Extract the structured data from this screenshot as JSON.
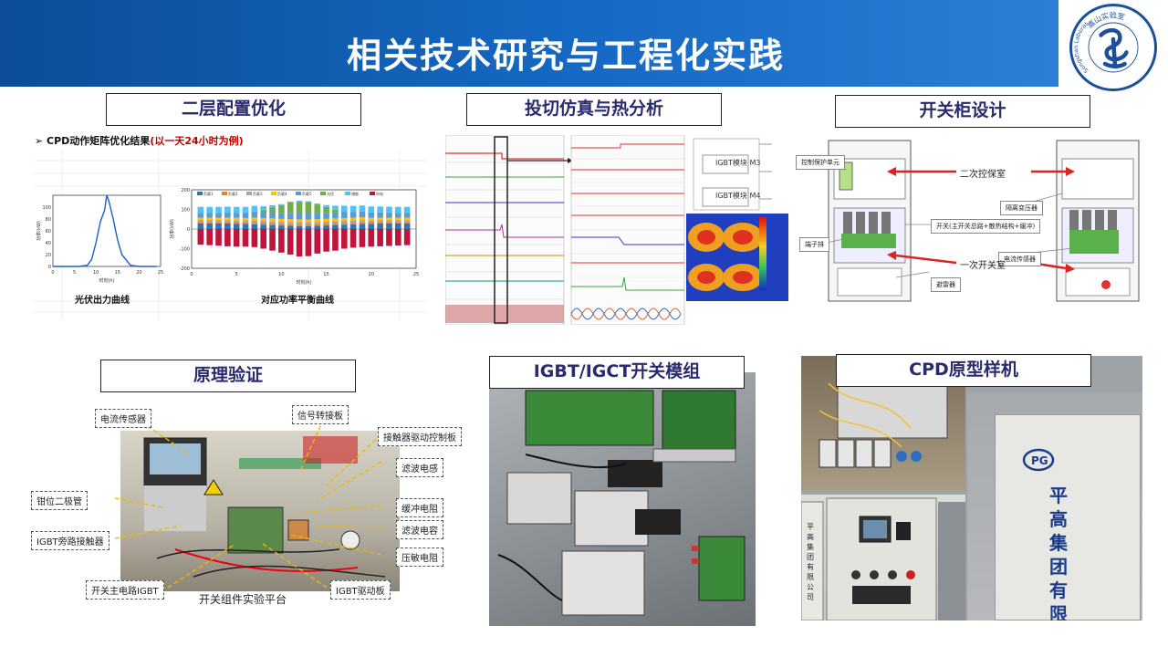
{
  "header": {
    "title": "相关技术研究与工程化实践",
    "logo_text": "嵩山实验室",
    "logo_text_en": "Songshan Laboratory"
  },
  "sections": {
    "s1": {
      "label": "二层配置优化",
      "heading": "CPD动作矩阵优化结果",
      "heading_note": "(以一天24小时为例)",
      "cap_left": "光伏出力曲线",
      "cap_right": "对应功率平衡曲线"
    },
    "s2": {
      "label": "投切仿真与热分析",
      "m3": "IGBT模块 M3",
      "m4": "IGBT模块 M4"
    },
    "s3": {
      "label": "开关柜设计",
      "t1": "控制保护单元",
      "t2": "二次控保室",
      "t3": "隔离变压器",
      "t4": "开关(主开关总路+散热结构+缓冲)",
      "t5": "端子排",
      "t6": "电流传感器",
      "t7": "一次开关室",
      "t8": "避雷器"
    },
    "s4": {
      "label": "原理验证",
      "caption": "开关组件实验平台",
      "tags": [
        "电流传感器",
        "信号转接板",
        "接触器驱动控制板",
        "滤波电感",
        "钳位二极管",
        "缓冲电阻",
        "滤波电容",
        "IGBT旁路接触器",
        "压敏电阻",
        "开关主电路IGBT",
        "IGBT驱动板"
      ]
    },
    "s5": {
      "label": "IGBT/IGCT开关模组"
    },
    "s6": {
      "label": "CPD原型样机",
      "cab_text": "平高集团有限公",
      "cab_small": "平高集团有限公司"
    }
  },
  "chart_data": [
    {
      "type": "line",
      "title": "",
      "xlabel": "时刻(h)",
      "ylabel": "功率(kW)",
      "x": [
        0,
        2,
        4,
        6,
        8,
        9,
        10,
        11,
        12,
        12.5,
        13,
        14,
        15,
        16,
        18,
        20,
        22,
        24
      ],
      "y": [
        0,
        0,
        0,
        0,
        2,
        12,
        40,
        75,
        95,
        120,
        110,
        80,
        45,
        20,
        2,
        0,
        0,
        0
      ],
      "xlim": [
        0,
        25
      ],
      "ylim": [
        0,
        120
      ],
      "xticks": [
        0,
        5,
        10,
        15,
        20,
        25
      ],
      "yticks": [
        0,
        20,
        40,
        60,
        80,
        100
      ]
    },
    {
      "type": "bar",
      "title": "",
      "xlabel": "时刻(h)",
      "ylabel": "功率(kW)",
      "categories": [
        1,
        2,
        3,
        4,
        5,
        6,
        7,
        8,
        9,
        10,
        11,
        12,
        13,
        14,
        15,
        16,
        17,
        18,
        19,
        20,
        21,
        22,
        23,
        24
      ],
      "xlim": [
        0,
        25
      ],
      "ylim": [
        -200,
        200
      ],
      "xticks": [
        0,
        5,
        10,
        15,
        20,
        25
      ],
      "yticks": [
        -200,
        -100,
        0,
        100,
        200
      ],
      "series": [
        {
          "name": "负载1",
          "color": "#2e75b6",
          "values": [
            28,
            28,
            28,
            28,
            27,
            26,
            24,
            22,
            20,
            18,
            16,
            15,
            15,
            16,
            18,
            20,
            22,
            24,
            26,
            27,
            28,
            28,
            28,
            28
          ]
        },
        {
          "name": "负载2",
          "color": "#ed7d31",
          "values": [
            8,
            8,
            8,
            8,
            8,
            8,
            8,
            8,
            8,
            8,
            8,
            8,
            8,
            8,
            8,
            8,
            8,
            8,
            8,
            8,
            8,
            8,
            8,
            8
          ]
        },
        {
          "name": "负载3",
          "color": "#a5a5a5",
          "values": [
            10,
            10,
            10,
            10,
            10,
            10,
            12,
            12,
            12,
            12,
            12,
            12,
            12,
            12,
            12,
            12,
            12,
            12,
            12,
            10,
            10,
            10,
            10,
            10
          ]
        },
        {
          "name": "负载4",
          "color": "#ffc000",
          "values": [
            12,
            12,
            12,
            12,
            12,
            12,
            14,
            14,
            14,
            14,
            14,
            14,
            14,
            14,
            14,
            14,
            14,
            14,
            14,
            12,
            12,
            12,
            12,
            12
          ]
        },
        {
          "name": "负载5",
          "color": "#5b9bd5",
          "values": [
            25,
            25,
            25,
            26,
            26,
            27,
            30,
            30,
            32,
            30,
            30,
            30,
            30,
            30,
            30,
            30,
            32,
            30,
            30,
            28,
            27,
            26,
            25,
            25
          ]
        },
        {
          "name": "光伏",
          "color": "#70ad47",
          "values": [
            0,
            0,
            0,
            0,
            0,
            0,
            2,
            10,
            25,
            40,
            55,
            60,
            58,
            45,
            30,
            15,
            3,
            0,
            0,
            0,
            0,
            0,
            0,
            0
          ]
        },
        {
          "name": "储能",
          "color": "#4fc3f7",
          "values": [
            30,
            30,
            30,
            30,
            30,
            30,
            28,
            20,
            10,
            5,
            5,
            5,
            5,
            5,
            10,
            20,
            28,
            30,
            30,
            30,
            30,
            30,
            30,
            30
          ]
        },
        {
          "name": "市电",
          "color": "#c0143c",
          "values": [
            -80,
            -82,
            -85,
            -88,
            -90,
            -90,
            -92,
            -100,
            -110,
            -120,
            -130,
            -140,
            -138,
            -125,
            -115,
            -110,
            -100,
            -95,
            -92,
            -90,
            -88,
            -86,
            -84,
            -82
          ]
        }
      ]
    }
  ]
}
